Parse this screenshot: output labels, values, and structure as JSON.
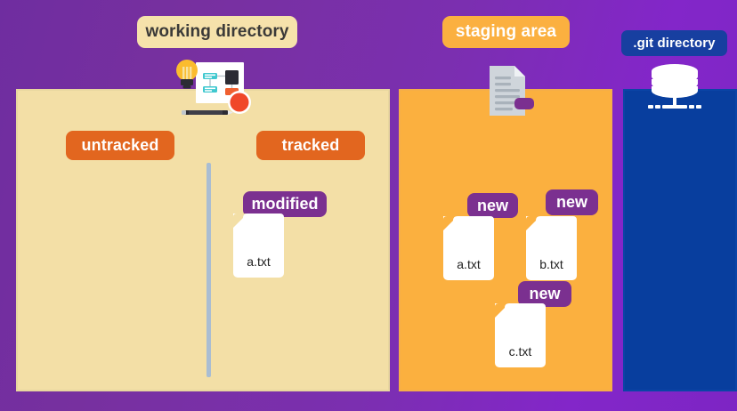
{
  "diagram": {
    "title_chips": {
      "working_directory": "working directory",
      "staging_area": "staging area",
      "git_directory": ".git directory"
    },
    "working_directory": {
      "sections": {
        "untracked": "untracked",
        "tracked": "tracked"
      },
      "files": [
        {
          "name": "a.txt",
          "status": "modified"
        }
      ]
    },
    "staging_area": {
      "files": [
        {
          "name": "a.txt",
          "status": "new"
        },
        {
          "name": "b.txt",
          "status": "new"
        },
        {
          "name": "c.txt",
          "status": "new"
        }
      ]
    },
    "git_directory": {
      "files": []
    },
    "icons": {
      "workstation": "workstation-illustration",
      "document": "document-icon",
      "database": "database-icon"
    },
    "colors": {
      "background_purple": "#7b2fb0",
      "working_directory_panel": "#f3dfa6",
      "staging_area_panel": "#fbb03f",
      "git_directory_panel": "#083e9e",
      "section_chip_orange": "#e2661f",
      "status_badge_purple": "#7b3090",
      "divider_gray_blue": "#a9bdd2",
      "file_card_white": "#ffffff",
      "git_chip_blue": "#173fa0"
    }
  }
}
